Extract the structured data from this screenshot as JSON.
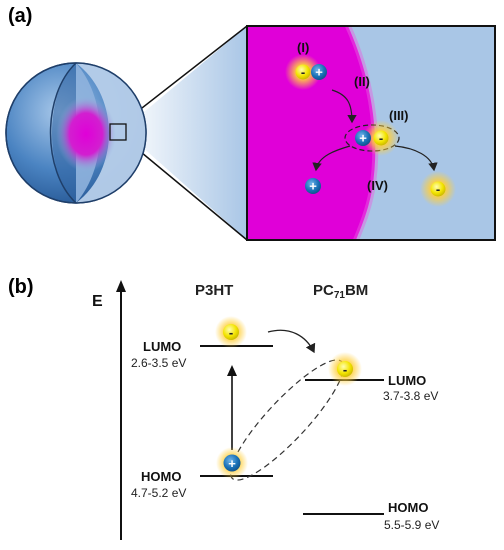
{
  "panels": {
    "a": {
      "label": "(a)",
      "steps": [
        "(I)",
        "(II)",
        "(III)",
        "(IV)"
      ],
      "electron_sign": "-",
      "hole_sign": "+"
    },
    "b": {
      "label": "(b)",
      "axis_label": "E",
      "donor": {
        "name": "P3HT",
        "lumo_label": "LUMO",
        "lumo_range": "2.6-3.5 eV",
        "homo_label": "HOMO",
        "homo_range": "4.7-5.2 eV"
      },
      "acceptor": {
        "name_prefix": "PC",
        "name_subscript": "71",
        "name_suffix": "BM",
        "lumo_label": "LUMO",
        "lumo_range": "3.7-3.8 eV",
        "homo_label": "HOMO",
        "homo_range": "5.5-5.9 eV"
      }
    }
  },
  "colors": {
    "donor_phase": "#e000d8",
    "acceptor_phase": "#a9c6e6",
    "electron": "#f3e400",
    "hole": "#1b72b8",
    "glow": "#ffd24a",
    "sphere": "#3f79b8"
  }
}
